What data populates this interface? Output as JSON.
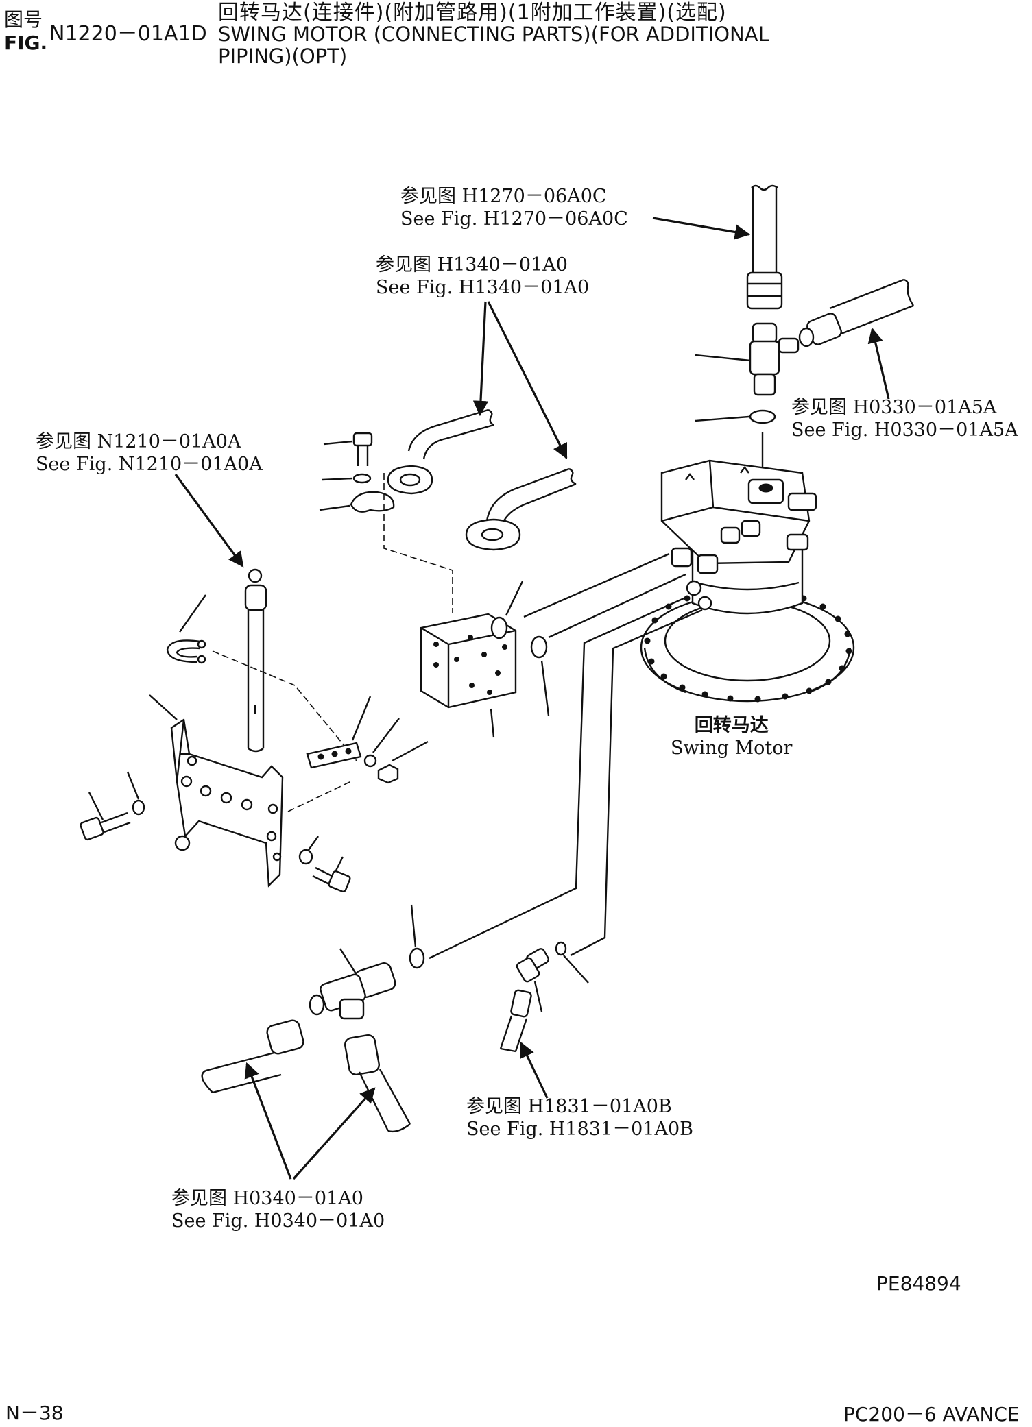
{
  "header": {
    "fig_label_cn": "图号",
    "fig_label_en": "FIG.",
    "fig_number": "N1220－01A1D",
    "title_cn": "回转马达(连接件)(附加管路用)(1附加工作装置)(选配)",
    "title_en_line1": "SWING MOTOR (CONNECTING PARTS)(FOR ADDITIONAL",
    "title_en_line2": "PIPING)(OPT)"
  },
  "callouts": {
    "h1270": {
      "cn": "参见图 H1270－06A0C",
      "en": "See Fig. H1270－06A0C"
    },
    "h1340": {
      "cn": "参见图 H1340－01A0",
      "en": "See Fig. H1340－01A0"
    },
    "h0330": {
      "cn": "参见图 H0330－01A5A",
      "en": "See Fig. H0330－01A5A"
    },
    "n1210": {
      "cn": "参见图 N1210－01A0A",
      "en": "See Fig. N1210－01A0A"
    },
    "motor": {
      "cn": "回转马达",
      "en": "Swing Motor"
    },
    "h1831": {
      "cn": "参见图 H1831－01A0B",
      "en": "See Fig. H1831－01A0B"
    },
    "h0340": {
      "cn": "参见图 H0340－01A0",
      "en": "See Fig. H0340－01A0"
    }
  },
  "drawing_code": "PE84894",
  "footer": {
    "page": "N－38",
    "model": "PC200－6 AVANCE"
  }
}
